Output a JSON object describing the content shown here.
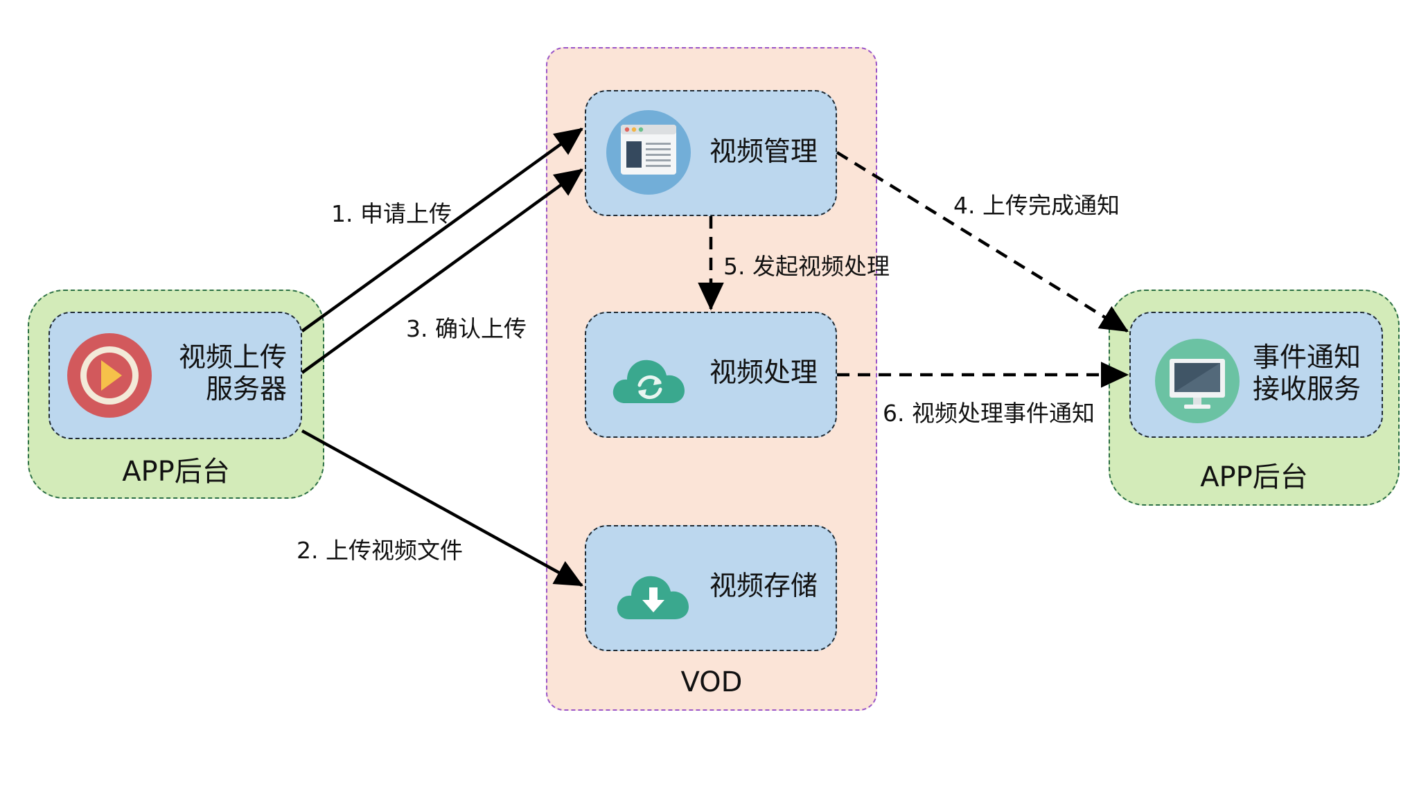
{
  "left_group": {
    "label": "APP后台",
    "node": {
      "label_line1": "视频上传",
      "label_line2": "服务器",
      "icon": "play-button-icon"
    }
  },
  "vod_group": {
    "label": "VOD",
    "management": {
      "label": "视频管理",
      "icon": "browser-window-icon"
    },
    "processing": {
      "label": "视频处理",
      "icon": "cloud-sync-icon"
    },
    "storage": {
      "label": "视频存储",
      "icon": "cloud-download-icon"
    }
  },
  "right_group": {
    "label": "APP后台",
    "node": {
      "label_line1": "事件通知",
      "label_line2": "接收服务",
      "icon": "monitor-icon"
    }
  },
  "steps": {
    "s1": "1. 申请上传",
    "s2": "2. 上传视频文件",
    "s3": "3. 确认上传",
    "s4": "4. 上传完成通知",
    "s5": "5. 发起视频处理",
    "s6": "6. 视频处理事件通知"
  },
  "colors": {
    "app_group_fill": "#d3ebb9",
    "app_group_border": "#2a6e43",
    "vod_group_fill": "#fbe4d7",
    "vod_group_border": "#9a55c8",
    "node_fill": "#bcd7ee",
    "arrow": "#000000"
  }
}
